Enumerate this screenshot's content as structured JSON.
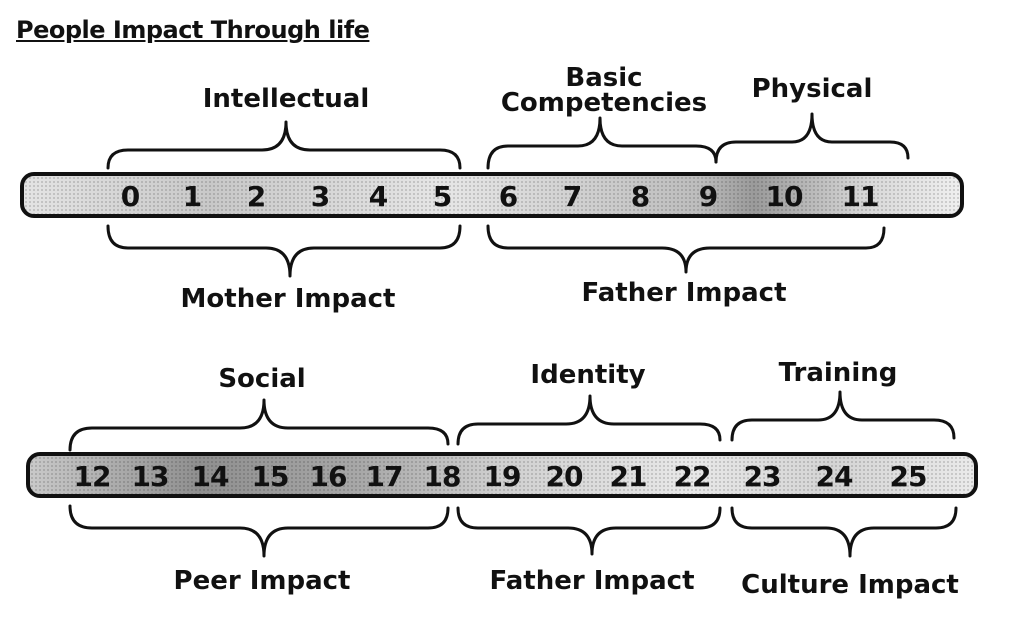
{
  "title": "People Impact Through life",
  "row1": {
    "numbers": [
      "0",
      "1",
      "2",
      "3",
      "4",
      "5",
      "6",
      "7",
      "8",
      "9",
      "10",
      "11"
    ],
    "top_labels": [
      "Intellectual",
      "Basic",
      "Competencies",
      "Physical"
    ],
    "bottom_labels": [
      "Mother Impact",
      "Father Impact"
    ]
  },
  "row2": {
    "numbers": [
      "12",
      "13",
      "14",
      "15",
      "16",
      "17",
      "18",
      "19",
      "20",
      "21",
      "22",
      "23",
      "24",
      "25"
    ],
    "top_labels": [
      "Social",
      "Identity",
      "Training"
    ],
    "bottom_labels": [
      "Peer Impact",
      "Father Impact",
      "Culture Impact"
    ]
  }
}
